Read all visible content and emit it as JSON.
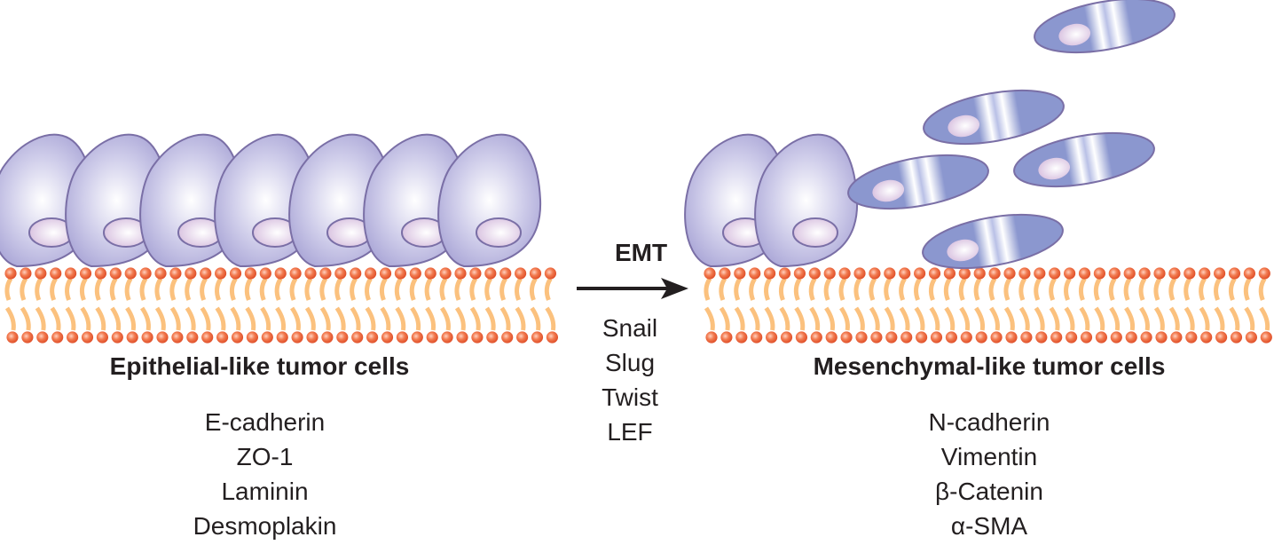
{
  "diagram": {
    "process_label": "EMT",
    "transcription_factors": [
      "Snail",
      "Slug",
      "Twist",
      "LEF"
    ],
    "left_panel": {
      "title": "Epithelial-like tumor cells",
      "markers": [
        "E-cadherin",
        "ZO-1",
        "Laminin",
        "Desmoplakin"
      ],
      "cell_count": 7
    },
    "right_panel": {
      "title": "Mesenchymal-like tumor cells",
      "markers": [
        "N-cadherin",
        "Vimentin",
        "β-Catenin",
        "α-SMA"
      ],
      "attached_cell_count": 2,
      "migrating_cell_count": 5
    },
    "colors": {
      "epithelial_cell": "#b3b0dc",
      "cell_outline": "#7a6fa6",
      "mesenchymal_cell": "#8b97cf",
      "nucleus": "#e6d4ea",
      "lipid_head": "#ec6a3d",
      "lipid_tail": "#fbc17e",
      "arrow": "#231f20",
      "text": "#231f20"
    }
  }
}
